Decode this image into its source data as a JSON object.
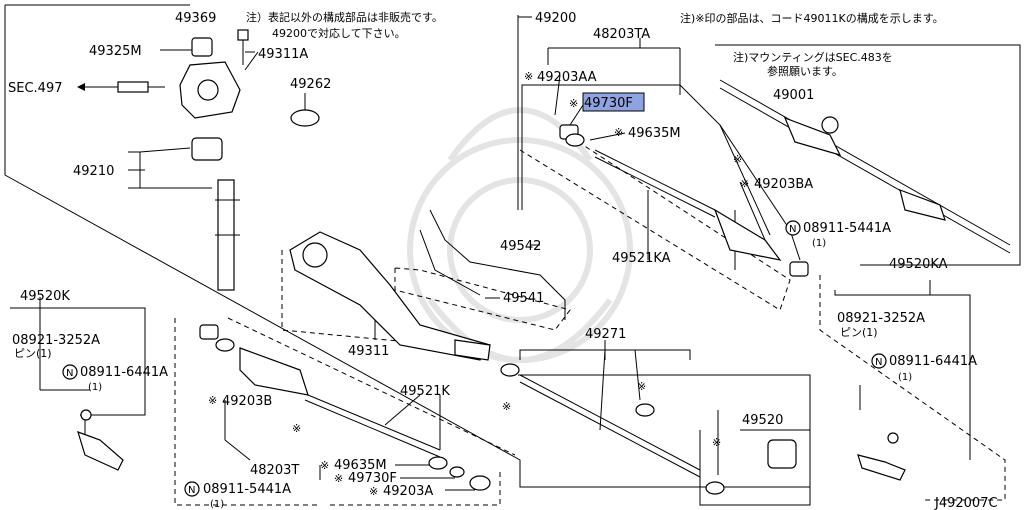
{
  "parts": {
    "p49369": "49369",
    "p49325m": "49325M",
    "p49311a": "49311A",
    "sec497": "SEC.497",
    "p49262": "49262",
    "p49210": "49210",
    "p49200": "49200",
    "p48203ta": "48203TA",
    "p49203aa": "49203AA",
    "p49730f_top": "49730F",
    "p49635m_top": "49635M",
    "p49001": "49001",
    "p49203ba": "49203BA",
    "p08911_top_right": "08911-5441A",
    "p08911_top_right_qty": "(1)",
    "p49521ka": "49521KA",
    "p49542": "49542",
    "p49541": "49541",
    "p49520ka": "49520KA",
    "p08921_right": "08921-3252A",
    "pin_right": "ピン(1)",
    "p08911_right": "08911-6441A",
    "p08911_right_qty": "(1)",
    "p49520k": "49520K",
    "p08921_left": "08921-3252A",
    "pin_left": "ピン(1)",
    "p08911_left": "08911-6441A",
    "p08911_left_qty": "(1)",
    "p49311": "49311",
    "p49271": "49271",
    "p49521k": "49521K",
    "p49203b": "49203B",
    "p48203t": "48203T",
    "p49635m_bot": "49635M",
    "p49730f_bot": "49730F",
    "p08911_bottom": "08911-5441A",
    "p08911_bottom_qty": "(1)",
    "p49203a": "49203A",
    "p49520": "49520",
    "diagram_code": "J492007C"
  },
  "marks": {
    "asterisk": "※",
    "circle_n": "N"
  },
  "notes": {
    "note1_line1": "注）表記以外の構成部品は非販売です。",
    "note1_line2": "49200で対応して下さい。",
    "note2": "注)※印の部品は、コード49011Kの構成を示します。",
    "note3_line1": "注)マウンティングはSEC.483を",
    "note3_line2": "参照願います。"
  },
  "highlight": {
    "color": "#8fa3e0",
    "part": "49730F"
  },
  "colors": {
    "line": "#000000",
    "watermark": "#e4e4e4"
  }
}
